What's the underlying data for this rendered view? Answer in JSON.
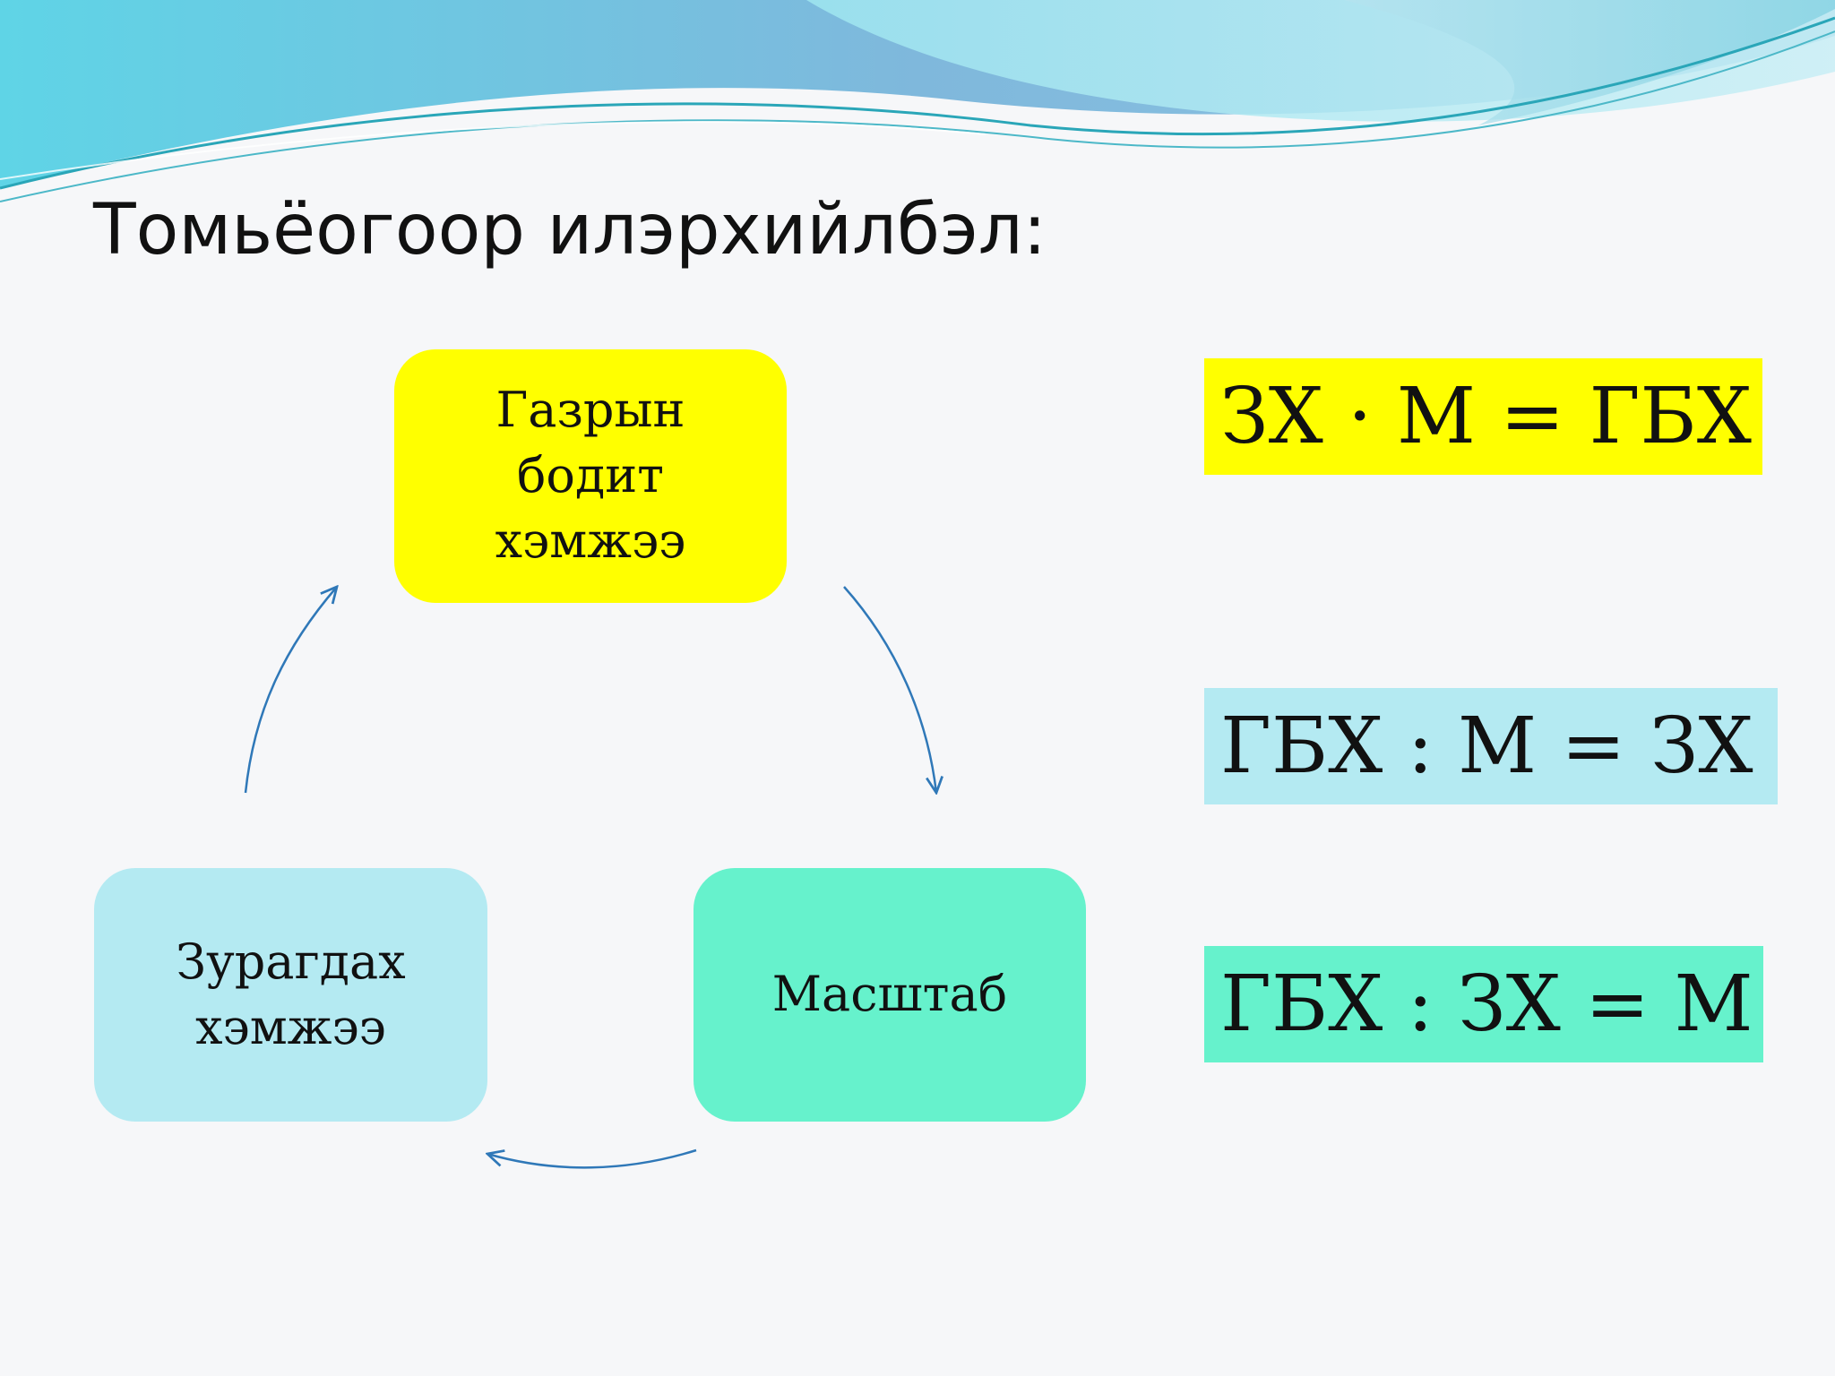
{
  "title": "Томьёогоор илэрхийлбэл:",
  "cycle": {
    "top_node": "Газрын\nбодит\nхэмжээ",
    "right_node": "Масштаб",
    "left_node": "Зурагдах\nхэмжээ"
  },
  "formulas": [
    "ЗХ · М = ГБХ",
    "ГБХ : М = ЗХ",
    "ГБХ : ЗХ = М"
  ],
  "colors": {
    "yellow": "#ffff00",
    "mint": "#66f2cc",
    "light_blue": "#b4eaf2",
    "arrow": "#2f78b8"
  }
}
